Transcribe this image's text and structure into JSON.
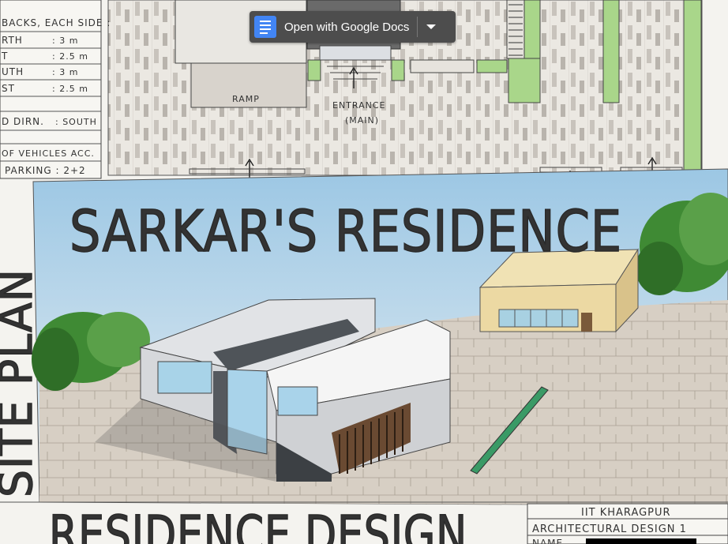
{
  "viewer": {
    "open_with_label": "Open with Google Docs",
    "open_with_icon": "google-docs-icon",
    "menu_icon": "dropdown-arrow-icon"
  },
  "sheet": {
    "setbacks_table": [
      {
        "label": "BACKS, EACH SIDE :",
        "value": ""
      },
      {
        "label": "RTH",
        "value": ": 3 m"
      },
      {
        "label": "T",
        "value": ": 2.5 m"
      },
      {
        "label": "UTH",
        "value": ": 3 m"
      },
      {
        "label": "ST",
        "value": ": 2.5 m"
      },
      {
        "label": "D DIRN.",
        "value": ": SOUTH"
      },
      {
        "label": "OF VEHICLES ACC.",
        "value": ""
      },
      {
        "label": "PARKING : 2+2",
        "value": ""
      }
    ],
    "plan_labels": {
      "ramp": "RAMP",
      "entrance_line1": "ENTRANCE",
      "entrance_line2": "(MAIN)"
    },
    "main_title": "SARKAR'S RESIDENCE",
    "side_title": "SITE PLAN",
    "bottom_title": "RESIDENCE DESIGN",
    "title_block": {
      "institute": "IIT KHARAGPUR",
      "course": "ARCHITECTURAL DESIGN 1",
      "name_label": "NAME"
    }
  },
  "colors": {
    "paper": "#f4f3ef",
    "sky": "#b9d6ea",
    "paving": "#c9bfb3",
    "greenery": "#3f8a34",
    "accent_green": "#a9d68a",
    "toolbar": "#4d4d4d"
  }
}
